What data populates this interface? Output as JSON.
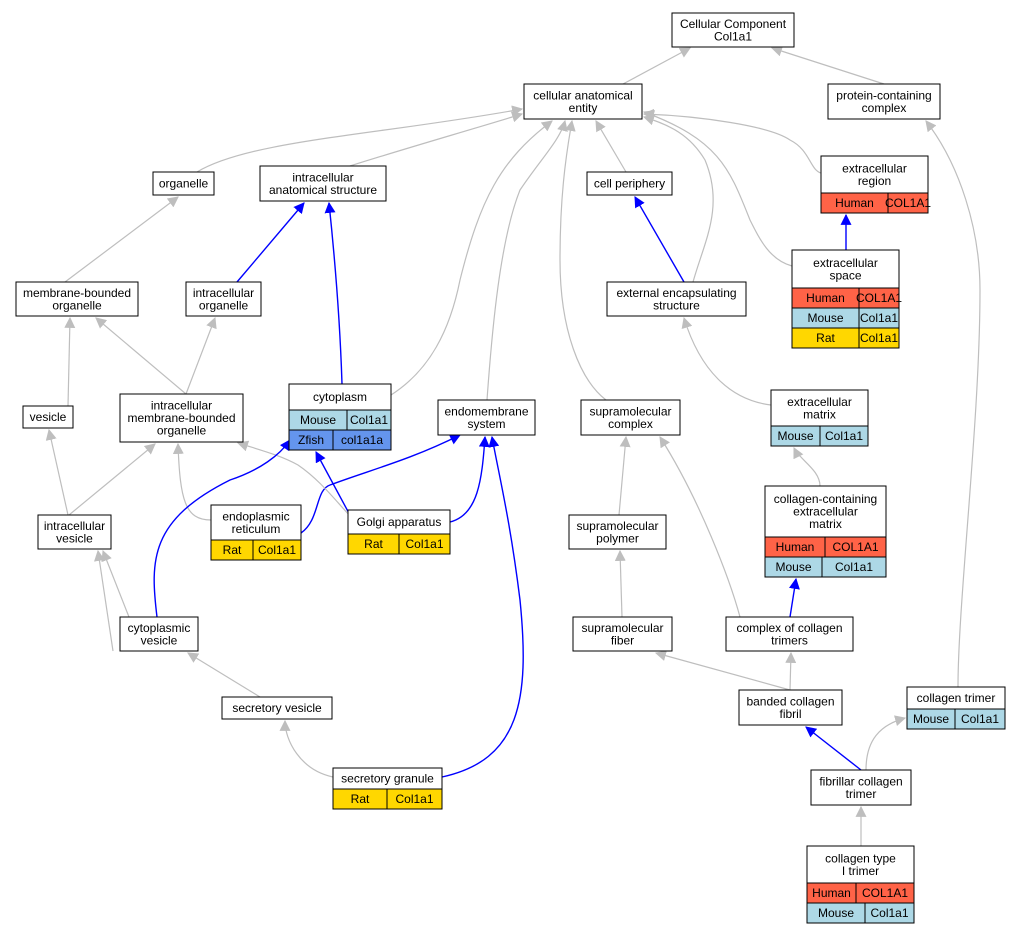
{
  "colors": {
    "Human": "#ff6347",
    "Mouse": "#add8e6",
    "Rat": "#ffd700",
    "Zfish": "#6495ed",
    "is_a_edge": "#bebebe",
    "part_of_edge": "#0000ff"
  },
  "nodes": [
    {
      "id": "cc",
      "lines": [
        "Cellular Component",
        "Col1a1"
      ],
      "rows": []
    },
    {
      "id": "cae",
      "lines": [
        "cellular anatomical",
        "entity"
      ],
      "rows": []
    },
    {
      "id": "pcc",
      "lines": [
        "protein-containing",
        "complex"
      ],
      "rows": []
    },
    {
      "id": "org",
      "lines": [
        "organelle"
      ],
      "rows": []
    },
    {
      "id": "ias",
      "lines": [
        "intracellular",
        "anatomical structure"
      ],
      "rows": []
    },
    {
      "id": "cp",
      "lines": [
        "cell periphery"
      ],
      "rows": []
    },
    {
      "id": "er",
      "lines": [
        "extracellular",
        "region"
      ],
      "rows": [
        [
          "Human",
          "COL1A1"
        ]
      ]
    },
    {
      "id": "mbo",
      "lines": [
        "membrane-bounded",
        "organelle"
      ],
      "rows": []
    },
    {
      "id": "io",
      "lines": [
        "intracellular",
        "organelle"
      ],
      "rows": []
    },
    {
      "id": "ees",
      "lines": [
        "external encapsulating",
        "structure"
      ],
      "rows": []
    },
    {
      "id": "es",
      "lines": [
        "extracellular",
        "space"
      ],
      "rows": [
        [
          "Human",
          "COL1A1"
        ],
        [
          "Mouse",
          "Col1a1"
        ],
        [
          "Rat",
          "Col1a1"
        ]
      ]
    },
    {
      "id": "ves",
      "lines": [
        "vesicle"
      ],
      "rows": []
    },
    {
      "id": "imbo",
      "lines": [
        "intracellular",
        "membrane-bounded",
        "organelle"
      ],
      "rows": []
    },
    {
      "id": "cyt",
      "lines": [
        "cytoplasm"
      ],
      "rows": [
        [
          "Mouse",
          "Col1a1"
        ],
        [
          "Zfish",
          "col1a1a"
        ]
      ]
    },
    {
      "id": "ems",
      "lines": [
        "endomembrane",
        "system"
      ],
      "rows": []
    },
    {
      "id": "smc",
      "lines": [
        "supramolecular",
        "complex"
      ],
      "rows": []
    },
    {
      "id": "ecm",
      "lines": [
        "extracellular",
        "matrix"
      ],
      "rows": [
        [
          "Mouse",
          "Col1a1"
        ]
      ]
    },
    {
      "id": "iv",
      "lines": [
        "intracellular",
        "vesicle"
      ],
      "rows": []
    },
    {
      "id": "endo",
      "lines": [
        "endoplasmic",
        "reticulum"
      ],
      "rows": [
        [
          "Rat",
          "Col1a1"
        ]
      ]
    },
    {
      "id": "golgi",
      "lines": [
        "Golgi apparatus"
      ],
      "rows": [
        [
          "Rat",
          "Col1a1"
        ]
      ]
    },
    {
      "id": "smp",
      "lines": [
        "supramolecular",
        "polymer"
      ],
      "rows": []
    },
    {
      "id": "ccem",
      "lines": [
        "collagen-containing",
        "extracellular",
        "matrix"
      ],
      "rows": [
        [
          "Human",
          "COL1A1"
        ],
        [
          "Mouse",
          "Col1a1"
        ]
      ]
    },
    {
      "id": "cv",
      "lines": [
        "cytoplasmic",
        "vesicle"
      ],
      "rows": []
    },
    {
      "id": "smf",
      "lines": [
        "supramolecular",
        "fiber"
      ],
      "rows": []
    },
    {
      "id": "cct",
      "lines": [
        "complex of collagen",
        "trimers"
      ],
      "rows": []
    },
    {
      "id": "sv",
      "lines": [
        "secretory vesicle"
      ],
      "rows": []
    },
    {
      "id": "bcf",
      "lines": [
        "banded collagen",
        "fibril"
      ],
      "rows": []
    },
    {
      "id": "ctri",
      "lines": [
        "collagen trimer"
      ],
      "rows": [
        [
          "Mouse",
          "Col1a1"
        ]
      ]
    },
    {
      "id": "sg",
      "lines": [
        "secretory granule"
      ],
      "rows": [
        [
          "Rat",
          "Col1a1"
        ]
      ]
    },
    {
      "id": "fct",
      "lines": [
        "fibrillar collagen",
        "trimer"
      ],
      "rows": []
    },
    {
      "id": "ct1",
      "lines": [
        "collagen type",
        "I trimer"
      ],
      "rows": [
        [
          "Human",
          "COL1A1"
        ],
        [
          "Mouse",
          "Col1a1"
        ]
      ]
    }
  ]
}
